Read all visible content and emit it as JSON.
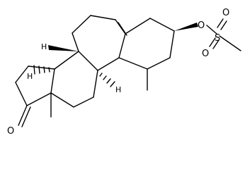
{
  "molecule": {
    "atoms": {
      "ketone_o": "O",
      "ester_o": "O",
      "sulfur": "S",
      "sulfonyl_o_top": "O",
      "sulfonyl_o_bottom": "O",
      "h8": "H",
      "h9": "H",
      "h14": "H"
    }
  },
  "colors": {
    "line": "#000000",
    "background": "#ffffff"
  }
}
